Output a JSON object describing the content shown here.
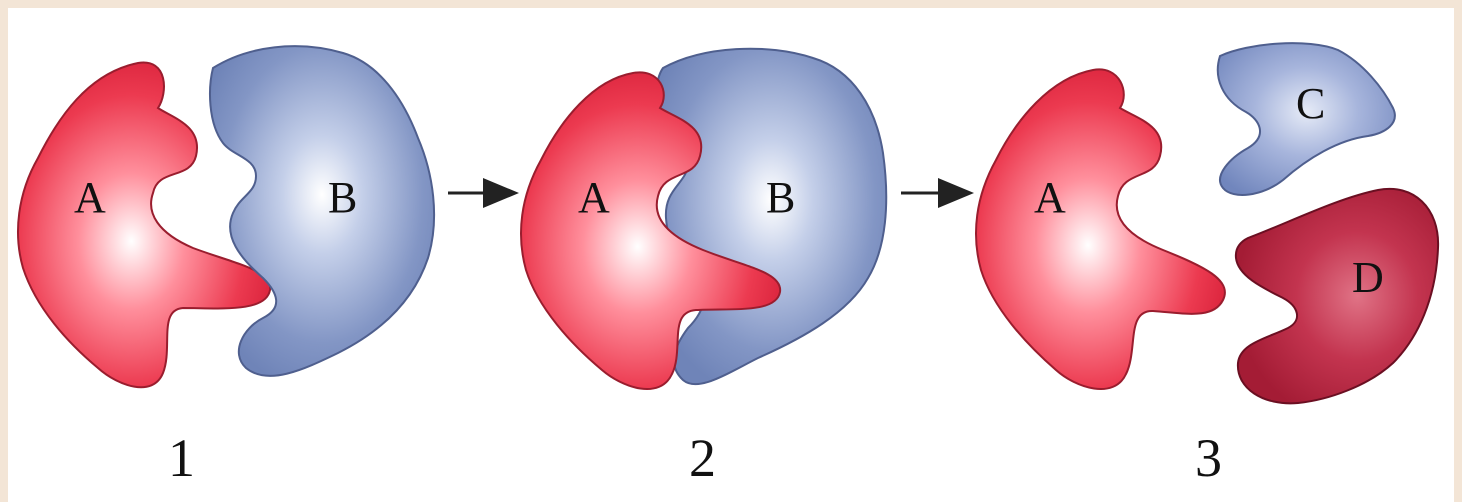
{
  "labels": {
    "a1": "A",
    "b1": "B",
    "a2": "A",
    "b2": "B",
    "a3": "A",
    "c3": "C",
    "d3": "D"
  },
  "steps": [
    "1",
    "2",
    "3"
  ],
  "colors": {
    "enzyme": "#e8324a",
    "substrate": "#7f94c4",
    "product_d": "#b8263f",
    "arrow": "#222222"
  }
}
